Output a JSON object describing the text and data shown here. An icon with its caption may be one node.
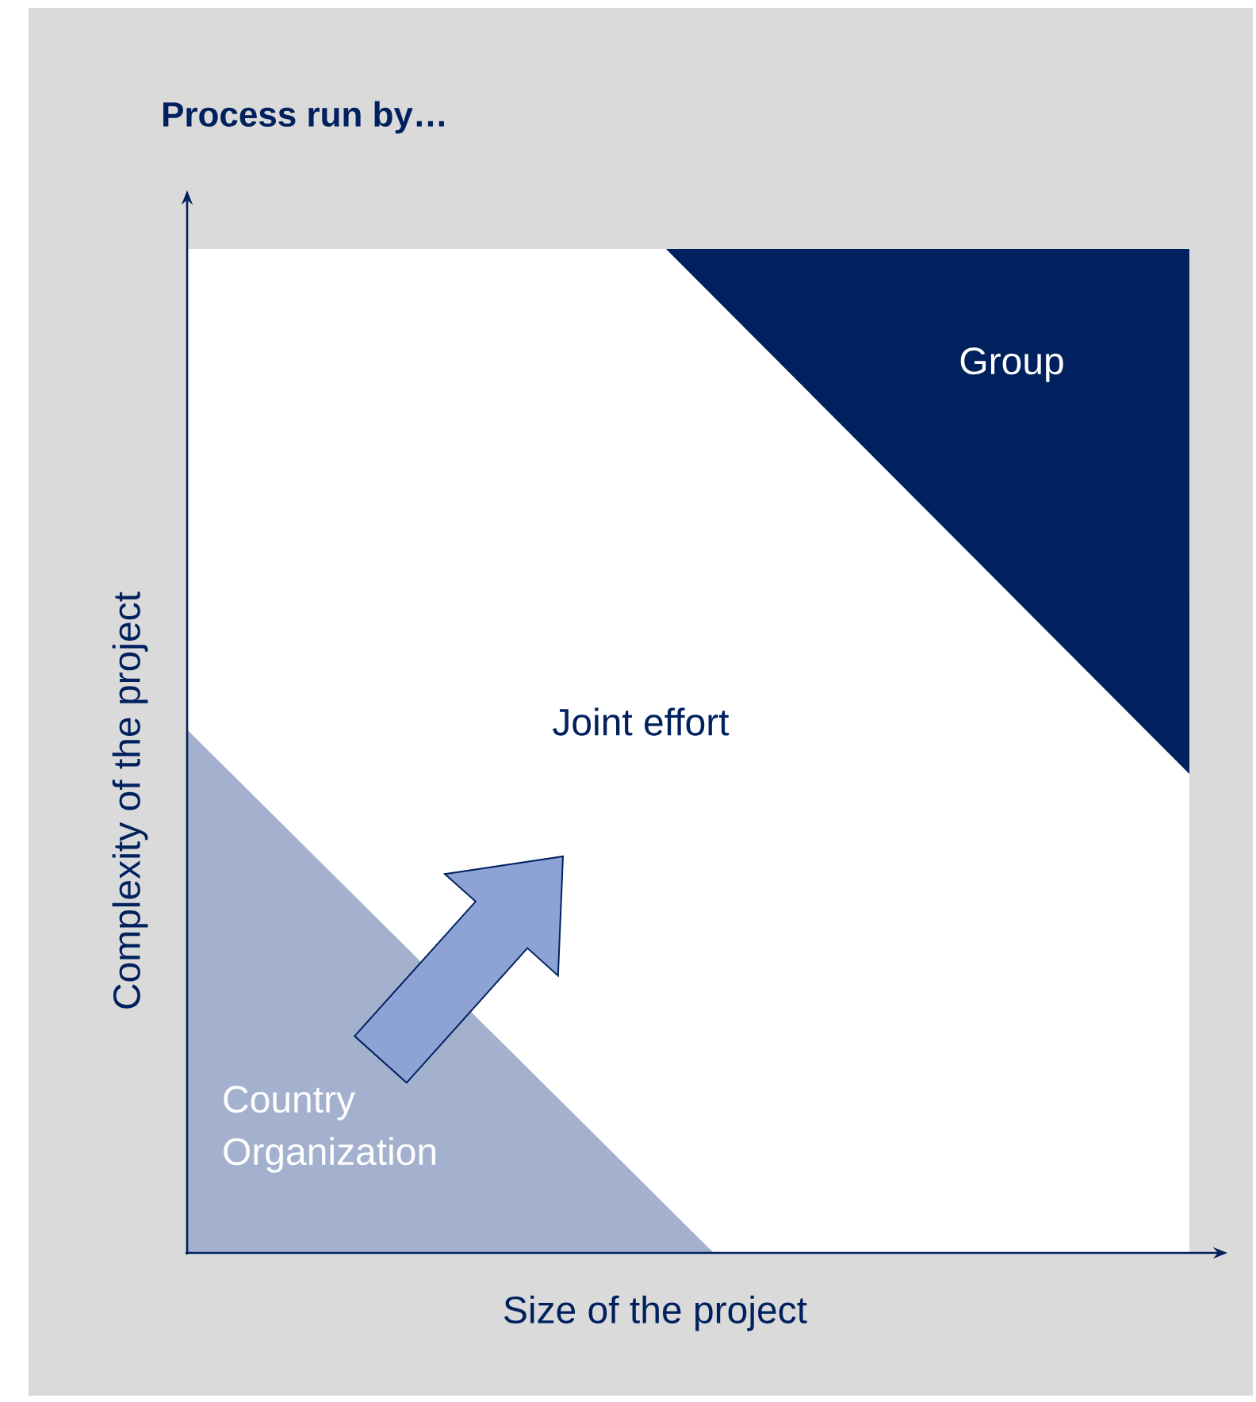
{
  "diagram": {
    "title": "Process run by…",
    "nodes": [
      {
        "text": [
          "Group"
        ]
      },
      {
        "text": [
          "Joint effort"
        ]
      },
      {
        "text": [
          "Country Organization"
        ]
      }
    ],
    "edges": [
      {
        "from": 2,
        "to": 1,
        "arrow": "to"
      }
    ],
    "labels": [
      "Complexity of the project",
      "Size of the project"
    ]
  }
}
